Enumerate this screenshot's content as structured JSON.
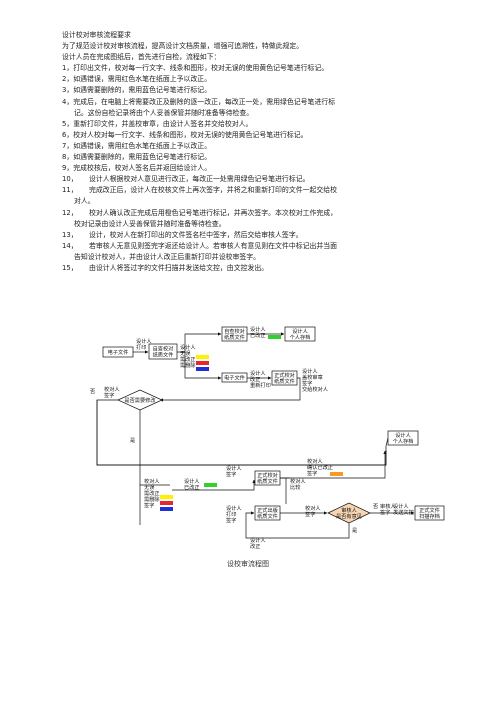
{
  "doc": {
    "title": "设计校对审核流程要求",
    "intro": "为了规范设计校对审核流程，提高设计文档质量，增强可追溯性，特做此规定。",
    "lead": "设计人员在完成图纸后，首先进行自检，流程如下：",
    "steps": [
      {
        "num": "1，",
        "text": "打印出文件，校对每一行文字、线条和图形，校对无误的使用黄色记号笔进行标记。"
      },
      {
        "num": "2，",
        "text": "如遇错误，需用红色水笔在纸面上予以改正。"
      },
      {
        "num": "3，",
        "text": "如遇需要删除的，需用蓝色记号笔进行标记。"
      },
      {
        "num": "4，",
        "text": "完成后，在电脑上将需要改正及删除的逐一改正，每改正一处，需用绿色记号笔进行标",
        "cont": "记。这份自检记录将由个人妥善保管并随时准备等待检查。"
      },
      {
        "num": "5，",
        "text": "重新打印文件，并盖校审章，由设计人签名并交给校对人。"
      },
      {
        "num": "6，",
        "text": "校对人校对每一行文字、线条和图形，校对无误的使用黄色记号笔进行标记。"
      },
      {
        "num": "7，",
        "text": "如遇错误，需用红色水笔在纸面上予以改正。"
      },
      {
        "num": "8，",
        "text": "如遇需要删除的，需用蓝色记号笔进行标记。"
      },
      {
        "num": "9，",
        "text": "完成校核后，校对人签名后并返回给设计人。"
      },
      {
        "num": "10，",
        "text": "设计人根据校对人意见进行改正，每改正一处需用绿色记号笔进行标记。"
      },
      {
        "num": "11，",
        "text": "完成改正后，设计人在校核文件上再次签字，并将之和重新打印的文件一起交给校",
        "cont": "对人。"
      },
      {
        "num": "12，",
        "text": "校对人确认改正完成后用橙色记号笔进行标记，并再次签字。本次校对工作完成，",
        "cont": "校对记录由设计人妥善保管并随时准备等待检查。"
      },
      {
        "num": "13，",
        "text": "设计，校对人在新打印出的文件签名栏中签字，然后交给审核人签字。"
      },
      {
        "num": "14，",
        "text": "若审核人无意见则签完字返还给设计人。若审核人有意见则在文件中标记出并当面",
        "cont": "告知设计校对人，并由设计人改正后重新打印并设校审签字。"
      },
      {
        "num": "15，",
        "text": "由设计人将签过字的文件扫描并发送给文控，由文控发出。"
      }
    ]
  },
  "flow": {
    "electronic_file": "电子文件",
    "designer_print": [
      "设计人",
      "打印"
    ],
    "checked_paper": [
      "自查校对",
      "纸质文件"
    ],
    "designer_marks": [
      "设计人",
      "无误",
      "需改正",
      "需删除"
    ],
    "self_check_paper": [
      "自查校对",
      "纸质文件"
    ],
    "designer_fixed": [
      "设计人",
      "已改正"
    ],
    "designer_personal": [
      "设计人",
      "个人存档"
    ],
    "electronic_file2": "电子文件",
    "designer_reprint": [
      "设计人",
      "改正",
      "重新打印"
    ],
    "formal_check_paper": [
      "正式校对",
      "纸质文件"
    ],
    "designer_stamp": [
      "设计人",
      "盖校审章",
      "签字",
      "交给校对人"
    ],
    "decision_left": "是否需要修改",
    "no_label": "否",
    "checker_sign_top": [
      "校对人",
      "签字"
    ],
    "designer_archive": [
      "设计人",
      "个人存档"
    ],
    "yes_label": "是",
    "checker_marks": [
      "校对人",
      "无误",
      "需改正",
      "需删除",
      "签字"
    ],
    "designer_fixed2": [
      "设计人",
      "已改正"
    ],
    "designer_sign_mid": [
      "设计人",
      "签字"
    ],
    "formal_check_paper2": [
      "正式校对",
      "纸质文件"
    ],
    "checker_confirm": [
      "校对人",
      "确认已改正",
      "签字"
    ],
    "checker_compare": [
      "校对人",
      "比较"
    ],
    "designer_print_sign": [
      "设计人",
      "打印",
      "签字"
    ],
    "formal_print_paper": [
      "正式出版",
      "纸质文件"
    ],
    "checker_sign_low": [
      "校对人",
      "签字"
    ],
    "decision_review": [
      "审核人",
      "是否有意见"
    ],
    "no_label2": "否",
    "reviewer_sign": [
      "审核人",
      "签字"
    ],
    "designer_send": [
      "设计人",
      "发送文控"
    ],
    "formal_archive": [
      "正式文件",
      "扫描存档"
    ],
    "yes_label2": "是",
    "designer_fix_bottom": [
      "设计人",
      "改正"
    ],
    "swatches": {
      "yellow": "#fff200",
      "red": "#e8262b",
      "blue": "#1f2fd6",
      "green": "#2fd12f",
      "orange": "#f59a23",
      "fill": "#f7d6b3"
    }
  },
  "caption": "设校审流程图"
}
